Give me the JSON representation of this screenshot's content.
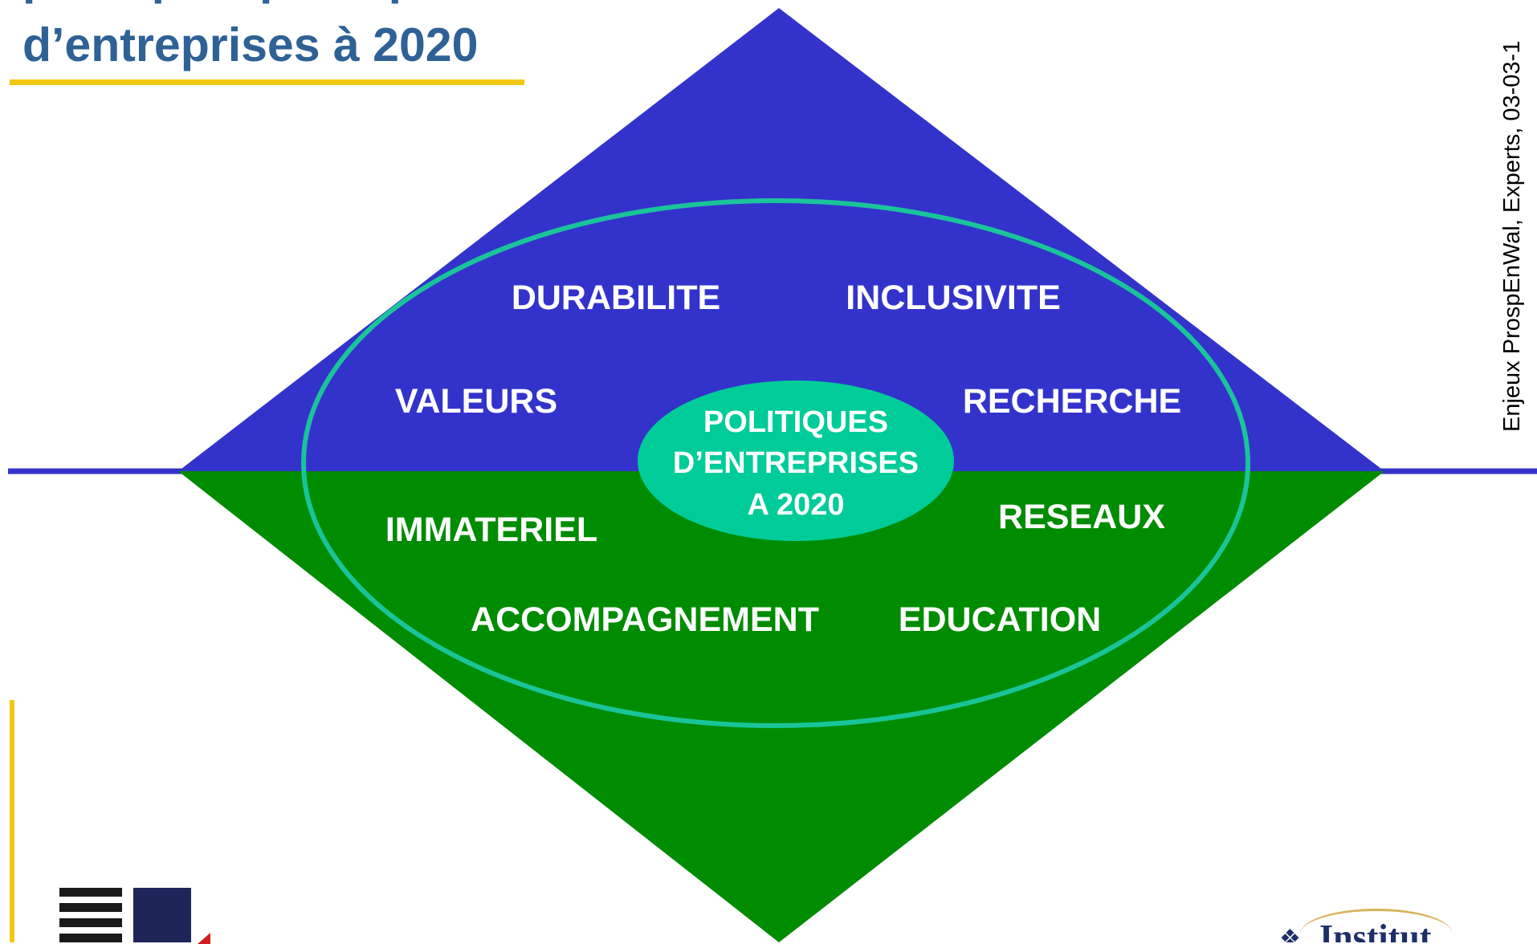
{
  "title": {
    "line1": "politiques publiques",
    "line2": "d’entreprises à 2020"
  },
  "side_caption": "Enjeux ProspEnWal, Experts, 03-03-1",
  "diagram": {
    "center": [
      "POLITIQUES",
      "D’ENTREPRISES",
      "A 2020"
    ],
    "labels": {
      "durabilite": "DURABILITE",
      "inclusivite": "INCLUSIVITE",
      "valeurs": "VALEURS",
      "recherche": "RECHERCHE",
      "immateriel": "IMMATERIEL",
      "reseaux": "RESEAUX",
      "accompagnement": "ACCOMPAGNEMENT",
      "education": "EDUCATION"
    },
    "colors": {
      "top": "#3333cc",
      "bottom": "#008c00",
      "ring": "#1ac49a",
      "center": "#00cc99",
      "divider": "#3333cc"
    }
  },
  "logos": {
    "right_word": "Institut"
  }
}
